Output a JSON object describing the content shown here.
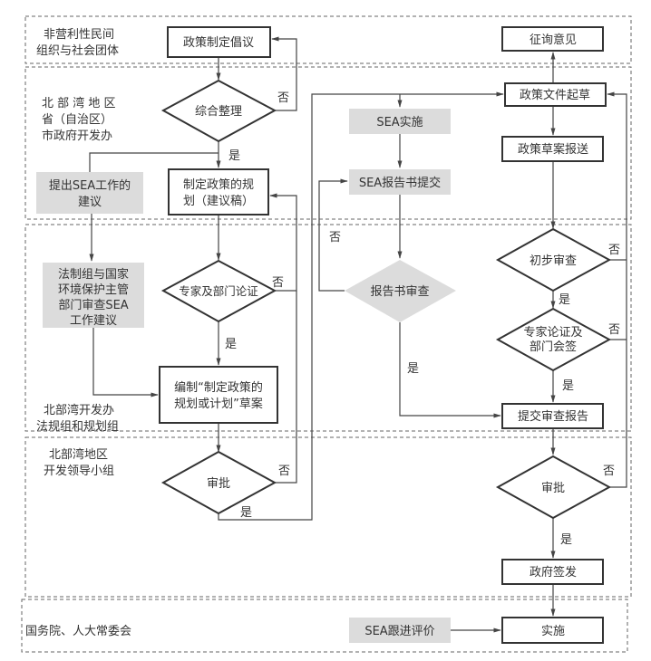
{
  "lanes": [
    {
      "label_lines": [
        "非营利性民间",
        "组织与社会团体"
      ]
    },
    {
      "label_lines": [
        "北 部 湾 地 区",
        "省（自治区）",
        "市政府开发办"
      ]
    },
    {
      "label_lines": [
        "北部湾开发办",
        "法规组和规划组"
      ]
    },
    {
      "label_lines": [
        "北部湾地区",
        "开发领导小组"
      ]
    },
    {
      "label_lines": [
        "国务院、人大常委会"
      ]
    }
  ],
  "nodes": {
    "policy_initiative": {
      "lines": [
        "政策制定倡议"
      ],
      "shape": "box"
    },
    "consolidate": {
      "lines": [
        "综合整理"
      ],
      "shape": "diamond"
    },
    "propose_sea": {
      "lines": [
        "提出SEA工作的",
        "建议"
      ],
      "shape": "gray-box"
    },
    "policy_plan": {
      "lines": [
        "制定政策的规",
        "划（建议稿）"
      ],
      "shape": "box"
    },
    "legal_review": {
      "lines": [
        "法制组与国家",
        "环境保护主管",
        "部门审查SEA",
        "工作建议"
      ],
      "shape": "gray-box"
    },
    "expert_review": {
      "lines": [
        "专家及部门论证"
      ],
      "shape": "diamond"
    },
    "compile_draft": {
      "lines": [
        "编制“制定政策的",
        "规划或计划”草案"
      ],
      "shape": "box"
    },
    "approve_left": {
      "lines": [
        "审批"
      ],
      "shape": "diamond"
    },
    "consult": {
      "lines": [
        "征询意见"
      ],
      "shape": "box"
    },
    "draft_document": {
      "lines": [
        "政策文件起草"
      ],
      "shape": "box"
    },
    "sea_implement": {
      "lines": [
        "SEA实施"
      ],
      "shape": "gray-box"
    },
    "submit_draft": {
      "lines": [
        "政策草案报送"
      ],
      "shape": "box"
    },
    "sea_report_submit": {
      "lines": [
        "SEA报告书提交"
      ],
      "shape": "gray-box"
    },
    "preliminary_review": {
      "lines": [
        "初步审查"
      ],
      "shape": "diamond"
    },
    "report_review": {
      "lines": [
        "报告书审查"
      ],
      "shape": "gray-diamond"
    },
    "expert_countersign": {
      "lines": [
        "专家论证及",
        "部门会签"
      ],
      "shape": "diamond"
    },
    "submit_review_report": {
      "lines": [
        "提交审查报告"
      ],
      "shape": "box"
    },
    "approve_right": {
      "lines": [
        "审批"
      ],
      "shape": "diamond"
    },
    "gov_issue": {
      "lines": [
        "政府签发"
      ],
      "shape": "box"
    },
    "sea_followup": {
      "lines": [
        "SEA跟进评价"
      ],
      "shape": "gray-box"
    },
    "implement": {
      "lines": [
        "实施"
      ],
      "shape": "box"
    }
  },
  "edge_labels": {
    "yes": "是",
    "no": "否"
  },
  "colors": {
    "line": "#444444",
    "box_border": "#333333",
    "gray_fill": "#dcdcdc",
    "lane_border": "#666666"
  }
}
